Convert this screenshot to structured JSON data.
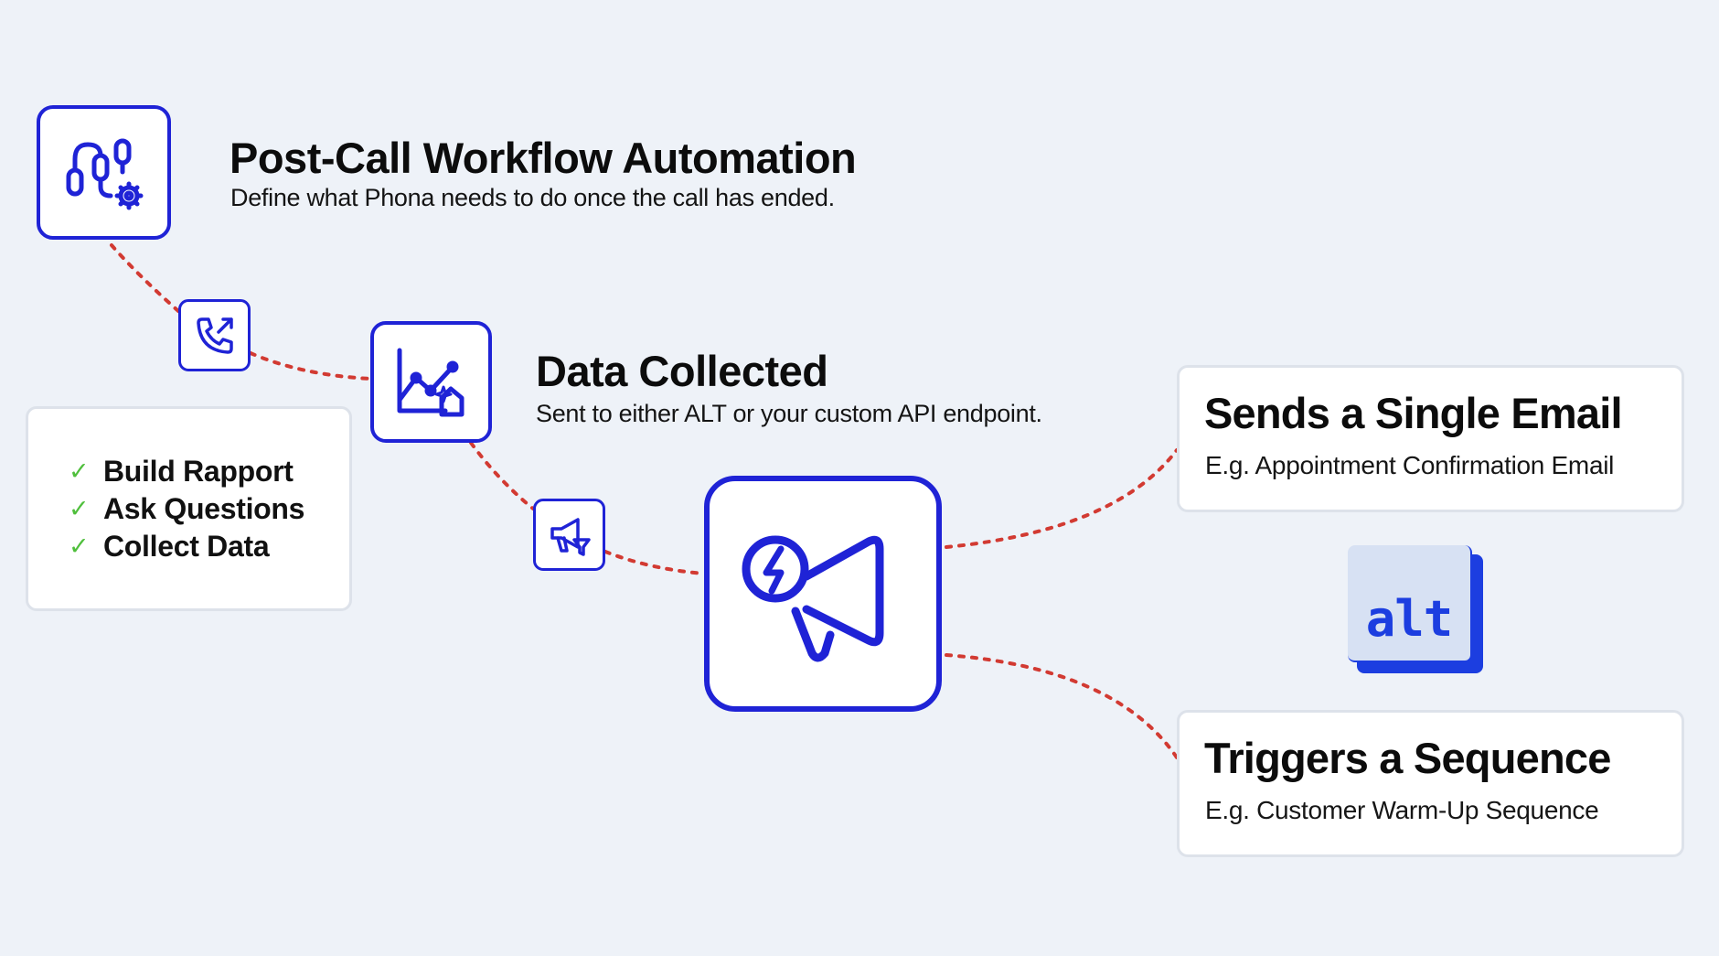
{
  "header": {
    "title": "Post-Call Workflow Automation",
    "subtitle": "Define what Phona needs to do once the call has ended."
  },
  "data_step": {
    "title": "Data Collected",
    "subtitle": "Sent to either ALT or your custom API endpoint."
  },
  "checklist": {
    "items": [
      {
        "mark": "✓",
        "label": "Build Rapport"
      },
      {
        "mark": "✓",
        "label": "Ask Questions"
      },
      {
        "mark": "✓",
        "label": "Collect Data"
      }
    ]
  },
  "outcomes": {
    "email": {
      "title": "Sends a Single Email",
      "subtitle": "E.g. Appointment Confirmation Email"
    },
    "sequence": {
      "title": "Triggers a Sequence",
      "subtitle": "E.g. Customer Warm-Up Sequence"
    }
  },
  "logo": {
    "text": "alt"
  },
  "icons": {
    "workflow": "workflow-gear-icon",
    "phone": "phone-outgoing-icon",
    "chart": "data-chart-icon",
    "megaphone_small": "megaphone-filter-icon",
    "megaphone_large": "megaphone-lightning-icon"
  },
  "colors": {
    "accent": "#1f23d6",
    "connector": "#d23a32",
    "check": "#4fbf3c",
    "background": "#eef2f8",
    "logo_blue": "#1c3ee0"
  }
}
